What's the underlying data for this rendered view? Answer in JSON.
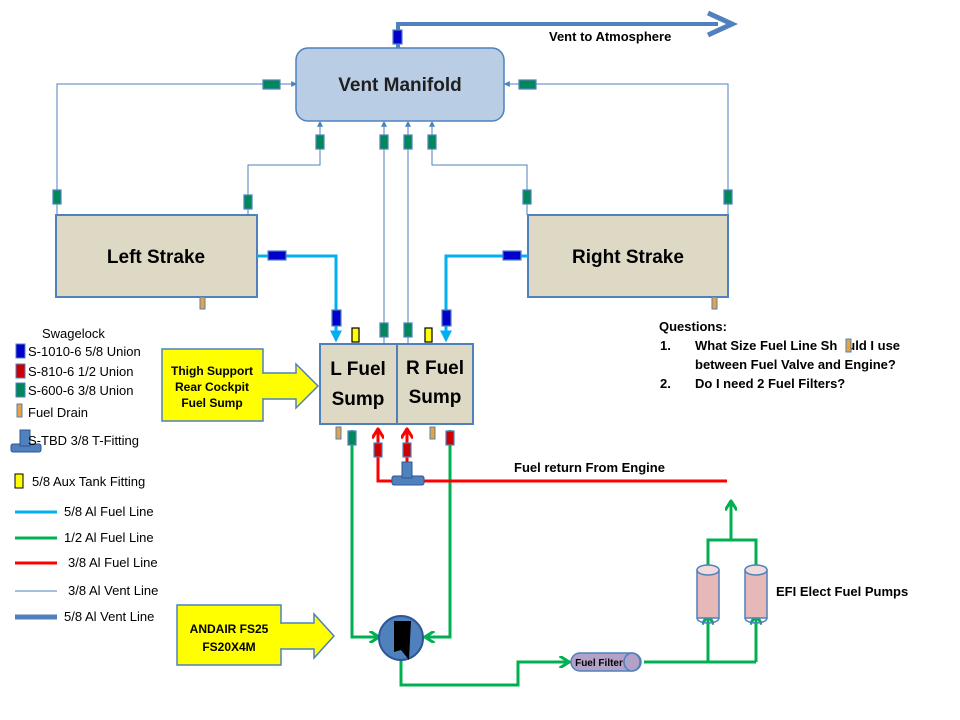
{
  "vent_to_atmosphere": "Vent to Atmosphere",
  "vent_manifold": "Vent Manifold",
  "left_strake": "Left Strake",
  "right_strake": "Right Strake",
  "l_sump": {
    "line1": "L Fuel",
    "line2": "Sump"
  },
  "r_sump": {
    "line1": "R Fuel",
    "line2": "Sump"
  },
  "thigh_callout": {
    "line1": "Thigh Support",
    "line2": "Rear Cockpit",
    "line3": "Fuel Sump"
  },
  "andair_callout": {
    "line1": "ANDAIR FS25",
    "line2": "FS20X4M"
  },
  "fuel_return": "Fuel return From Engine",
  "fuel_filter": "Fuel Filter",
  "efi_pumps": "EFI Elect Fuel Pumps",
  "questions": {
    "title": "Questions:",
    "items": [
      {
        "num": "1.",
        "line1": "What Size Fuel Line Sh",
        "line1b": "uld I use",
        "line2": "between Fuel Valve and Engine?"
      },
      {
        "num": "2.",
        "line1": "Do I need 2 Fuel Filters?"
      }
    ]
  },
  "legend": {
    "title": "Swagelock",
    "items": [
      {
        "label": "S-1010-6 5/8 Union",
        "icon": "blue-union-icon"
      },
      {
        "label": "S-810-6 1/2 Union",
        "icon": "red-union-icon"
      },
      {
        "label": "S-600-6 3/8 Union",
        "icon": "green-union-icon"
      },
      {
        "label": "Fuel Drain",
        "icon": "fuel-drain-icon"
      },
      {
        "label": "S-TBD  3/8 T-Fitting",
        "icon": "t-fitting-icon"
      },
      {
        "label": "5/8 Aux Tank Fitting",
        "icon": "aux-fitting-icon"
      },
      {
        "label": "5/8 Al Fuel Line",
        "icon": "cyan-line-icon"
      },
      {
        "label": "1/2 Al Fuel Line",
        "icon": "green-line-icon"
      },
      {
        "label": "3/8 Al Fuel Line",
        "icon": "red-line-icon"
      },
      {
        "label": "3/8 Al Vent Line",
        "icon": "thin-vent-line-icon"
      },
      {
        "label": "5/8 Al Vent Line",
        "icon": "thick-vent-line-icon"
      }
    ]
  },
  "colors": {
    "vent_line": "#4f81bd",
    "fuel_58": "#00b0f0",
    "fuel_12": "#00b050",
    "fuel_38": "#ff0000",
    "manifold_fill": "#b9cde5",
    "strake_fill": "#ddd9c4",
    "callout_fill": "#ffff00",
    "pump_fill": "#e6b9b8",
    "filter_fill": "#b3a2c7",
    "union_blue": "#0000cc",
    "union_red": "#cc0000",
    "union_green": "#00875a",
    "aux_fitting": "#ffff00"
  }
}
